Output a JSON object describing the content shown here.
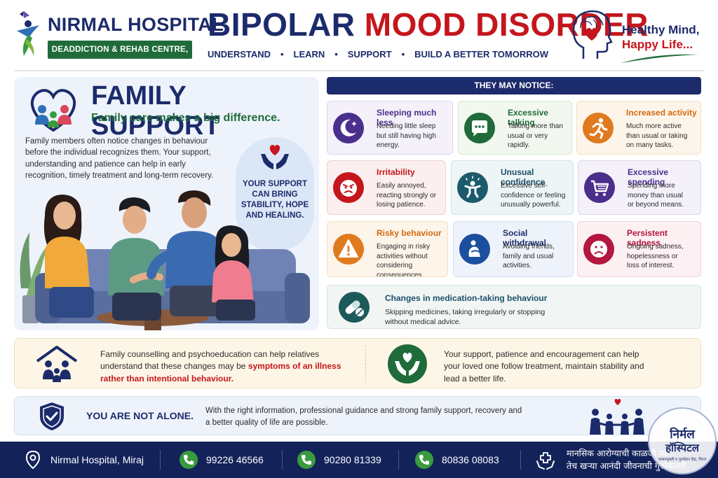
{
  "header": {
    "hospital_name": "NIRMAL HOSPITAL",
    "hospital_subtitle": "DEADDICTION & REHAB CENTRE, MIRAJ",
    "title_part1": "BIPOLAR",
    "title_part2": "MOOD DISORDER",
    "tagline": [
      "UNDERSTAND",
      "LEARN",
      "SUPPORT",
      "BUILD A BETTER TOMORROW"
    ],
    "tagline_separator": "•",
    "motto_line1": "Healthy Mind,",
    "motto_line2": "Happy Life..."
  },
  "family": {
    "title": "FAMILY SUPPORT",
    "subtitle": "Family care makes a big difference.",
    "body": "Family members often notice changes in behaviour before the individual recognizes them. Your support, understanding and patience can help in early recognition, timely treatment and long-term recovery.",
    "bubble": "YOUR SUPPORT CAN BRING STABILITY, HOPE AND HEALING."
  },
  "notice": {
    "heading": "THEY MAY NOTICE:",
    "cards": [
      {
        "title": "Sleeping much less",
        "desc": "Needing little sleep but still having high energy.",
        "icon": "moon-icon"
      },
      {
        "title": "Excessive talking",
        "desc": "Talking more than usual or very rapidly.",
        "icon": "speech-bubble-icon"
      },
      {
        "title": "Increased activity",
        "desc": "Much more active than usual or taking on many tasks.",
        "icon": "running-person-icon"
      },
      {
        "title": "Irritability",
        "desc": "Easily annoyed, reacting strongly or losing patience.",
        "icon": "angry-face-icon"
      },
      {
        "title": "Unusual confidence",
        "desc": "Excessive self-confidence or feeling unusually powerful.",
        "icon": "confident-person-icon"
      },
      {
        "title": "Excessive spending",
        "desc": "Spending more money than usual or beyond means.",
        "icon": "shopping-cart-icon"
      },
      {
        "title": "Risky behaviour",
        "desc": "Engaging in risky activities without considering consequences.",
        "icon": "warning-icon"
      },
      {
        "title": "Social withdrawal",
        "desc": "Avoiding friends, family and usual activities.",
        "icon": "withdrawn-person-icon"
      },
      {
        "title": "Persistent sadness",
        "desc": "Ongoing sadness, hopelessness or loss of interest.",
        "icon": "sad-face-icon"
      }
    ],
    "medication": {
      "title": "Changes in medication-taking behaviour",
      "desc": "Skipping medicines, taking irregularly or stopping without medical advice."
    }
  },
  "counsel": {
    "left_text": "Family counselling and psychoeducation can help relatives understand that these changes may be",
    "left_emphasis": "symptoms of an illness rather than intentional behaviour.",
    "right_text": "Your support, patience and encouragement can help your loved one follow treatment, maintain stability and lead a better life."
  },
  "alone": {
    "title": "YOU ARE NOT ALONE.",
    "text": "With the right information, professional guidance and strong family support, recovery and a better quality of life are possible."
  },
  "footer": {
    "location": "Nirmal Hospital, Miraj",
    "phones": [
      "99226 46566",
      "90280 81339",
      "80836 08083"
    ],
    "marathi_line1": "मानसिक आरोग्याची काळजी घ्या,",
    "marathi_line2": "तेच खऱ्या आनंदी जीवनाची गुरुकिल्ली."
  },
  "stamp": {
    "line1": "निर्मल",
    "line2": "हॉस्पिटल",
    "line3": "व्यसनमुक्ती व पुनर्वसन केंद्र, मिरज"
  },
  "colors": {
    "navy": "#1c2b6b",
    "red": "#c4161c",
    "green": "#1f6b3a",
    "footer": "#13235a"
  }
}
